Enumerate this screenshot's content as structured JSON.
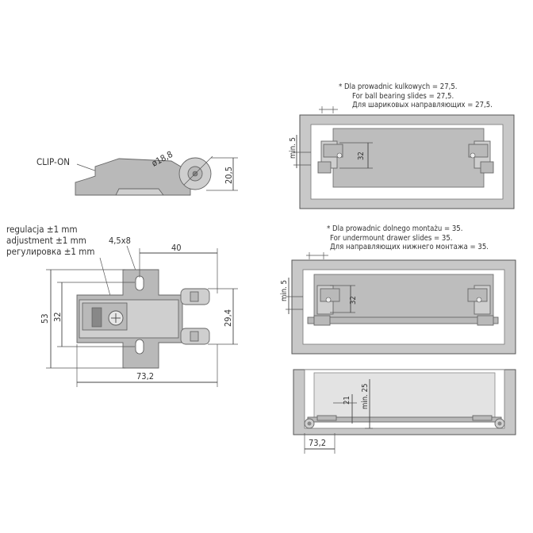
{
  "labels": {
    "clip_on": "CLIP-ON",
    "diameter": "ø18,8",
    "height_20_5": "20,5",
    "adjust_pl": "regulacja ±1 mm",
    "adjust_en": "adjustment ±1 mm",
    "adjust_ru": "регулировка ±1 mm",
    "slot": "4,5x8",
    "dim_40": "40",
    "dim_53": "53",
    "dim_32_left": "32",
    "dim_29_4": "29,4",
    "dim_73_2": "73,2"
  },
  "notes_top": {
    "line1": "* Dla prowadnic kulkowych = 27,5.",
    "line2": "For ball bearing slides = 27,5.",
    "line3": "Для шариковых направляющих = 27,5."
  },
  "notes_mid": {
    "line1": "* Dla prowadnic dolnego montażu = 35.",
    "line2": "For undermount drawer slides = 35.",
    "line3": "Для направляющих нижнего монтажа = 35."
  },
  "cabinet_top": {
    "min5": "min. 5",
    "dim32": "32"
  },
  "cabinet_mid": {
    "min5": "min. 5",
    "dim32": "32"
  },
  "cabinet_bottom": {
    "dim21": "21",
    "min25": "min. 25",
    "dim73_2": "73,2"
  }
}
